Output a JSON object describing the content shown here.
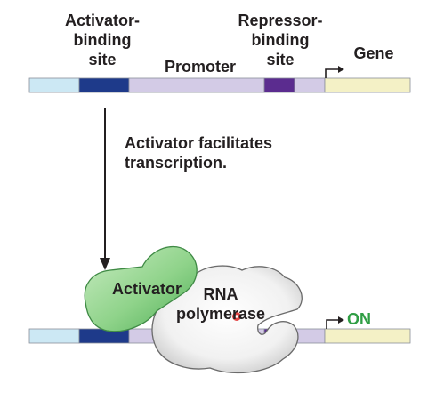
{
  "labels": {
    "activator_binding_site": "Activator-\nbinding\nsite",
    "promoter": "Promoter",
    "repressor_binding_site": "Repressor-\nbinding\nsite",
    "gene": "Gene",
    "caption": "Activator facilitates\ntranscription.",
    "activator": "Activator",
    "rna_polymerase": "RNA\npolymerase",
    "on": "ON"
  },
  "colors": {
    "outer_region": "#cce8f4",
    "activator_site": "#1e3a8a",
    "promoter": "#d3cbe6",
    "repressor_site": "#5b2c8f",
    "gene": "#f4f1c6",
    "activator_fill": "#7ec77d",
    "polymerase_fill": "#f0f0f0",
    "on_text": "#2f9e44"
  }
}
